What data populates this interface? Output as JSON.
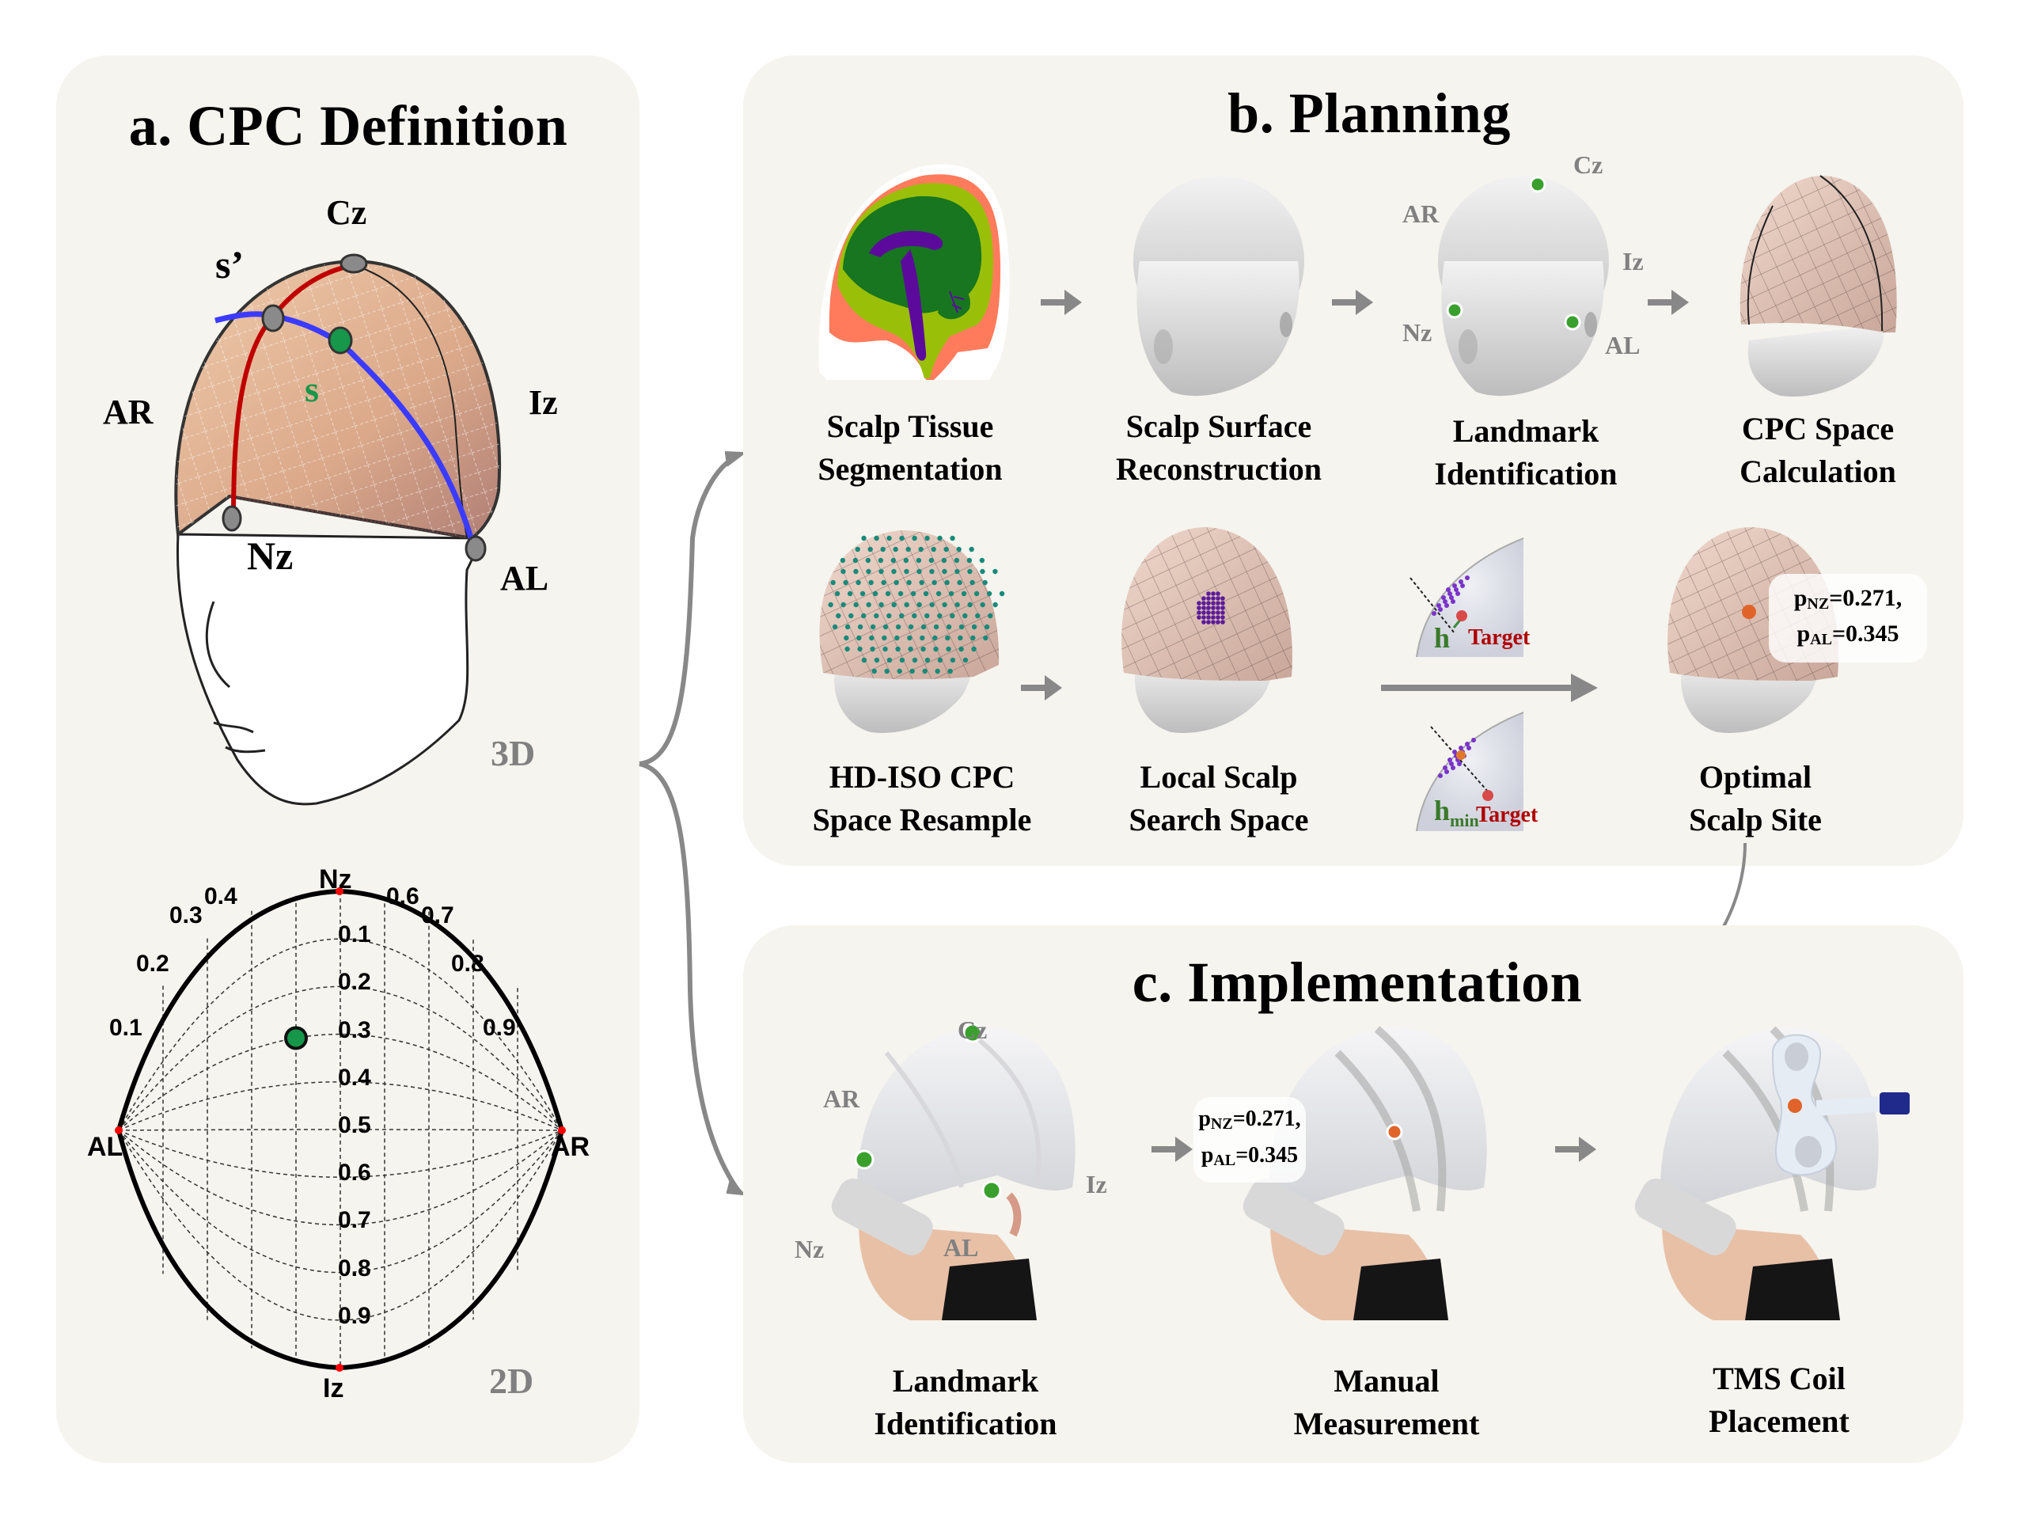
{
  "panel_a": {
    "title": "a. CPC Definition",
    "view_3d": {
      "label": "3D",
      "landmarks": {
        "cz": "Cz",
        "ar": "AR",
        "iz": "Iz",
        "nz": "Nz",
        "al": "AL"
      },
      "points": {
        "s": "s",
        "s_prime": "s’"
      }
    },
    "view_2d": {
      "label": "2D",
      "landmarks": {
        "nz": "Nz",
        "iz": "Iz",
        "al": "AL",
        "ar": "AR"
      },
      "outer_ticks": [
        "0.1",
        "0.2",
        "0.3",
        "0.4",
        "0.6",
        "0.7",
        "0.8",
        "0.9"
      ],
      "inner_ticks": [
        "0.1",
        "0.2",
        "0.3",
        "0.4",
        "0.5",
        "0.6",
        "0.7",
        "0.8",
        "0.9"
      ],
      "point": {
        "p_nz": 0.3,
        "p_al": 0.4
      }
    }
  },
  "panel_b": {
    "title": "b. Planning",
    "steps_row1": [
      {
        "caption_line1": "Scalp Tissue",
        "caption_line2": "Segmentation"
      },
      {
        "caption_line1": "Scalp Surface",
        "caption_line2": "Reconstruction"
      },
      {
        "caption_line1": "Landmark",
        "caption_line2": "Identification"
      },
      {
        "caption_line1": "CPC Space",
        "caption_line2": "Calculation"
      }
    ],
    "landmark_labels": {
      "cz": "Cz",
      "ar": "AR",
      "iz": "Iz",
      "nz": "Nz",
      "al": "AL"
    },
    "steps_row2": [
      {
        "caption_line1": "HD-ISO CPC",
        "caption_line2": "Space Resample"
      },
      {
        "caption_line1": "Local Scalp",
        "caption_line2": "Search Space"
      },
      {
        "caption_line1": "Optimal",
        "caption_line2": "Scalp Site"
      }
    ],
    "search_inset_top": {
      "h_label": "h",
      "target_label": "Target"
    },
    "search_inset_bottom": {
      "h_label": "h",
      "h_sub": "min",
      "target_label": "Target"
    },
    "optimal_callout": {
      "p1_sym": "p",
      "p1_sub": "NZ",
      "p1_val": "=0.271,",
      "p2_sym": "p",
      "p2_sub": "AL",
      "p2_val": "=0.345"
    }
  },
  "panel_c": {
    "title": "c. Implementation",
    "steps": [
      {
        "caption_line1": "Landmark",
        "caption_line2": "Identification"
      },
      {
        "caption_line1": "Manual",
        "caption_line2": "Measurement"
      },
      {
        "caption_line1": "TMS Coil",
        "caption_line2": "Placement"
      }
    ],
    "landmark_labels": {
      "cz": "Cz",
      "ar": "AR",
      "iz": "Iz",
      "nz": "Nz",
      "al": "AL"
    },
    "measurement_callout": {
      "p1_sym": "p",
      "p1_sub": "NZ",
      "p1_val": "=0.271,",
      "p2_sym": "p",
      "p2_sub": "AL",
      "p2_val": "=0.345"
    }
  },
  "colors": {
    "panel_bg": "#f5f4ee",
    "arrow_gray": "#8a8a8a",
    "landmark_green": "#3aa02d",
    "point_green": "#16974a",
    "s_prime_red": "#c00000",
    "s_blue": "#3b3bff",
    "scalp_tan": "#e6bfa0",
    "target_red": "#c00000",
    "optimal_orange": "#e0642a",
    "search_purple": "#5b1b9a",
    "resample_teal": "#178a7a"
  }
}
